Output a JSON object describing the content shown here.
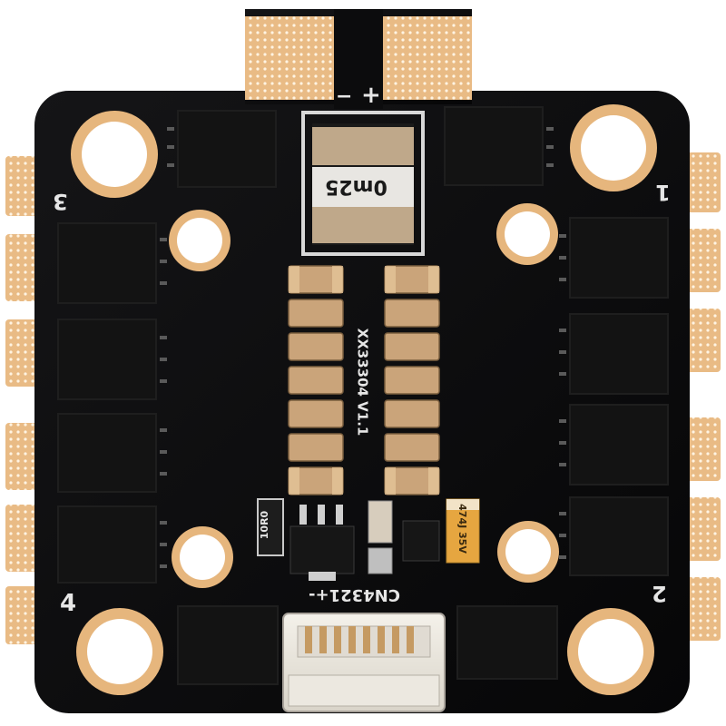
{
  "board": {
    "motor_labels": {
      "m1": "1",
      "m2": "2",
      "m3": "3",
      "m4": "4"
    },
    "battery_polarity": {
      "minus": "−",
      "plus": "+"
    },
    "shunt_marking": "0m25",
    "board_marking": "XX33304 V1.1",
    "connector_marking": "CN4321+-",
    "resistor_marking": "10R0",
    "capacitor_marking": "474J 35V",
    "colors": {
      "pcb": "#0b0b0c",
      "gold": "#e8b980",
      "gold_dark": "#c7955a",
      "silkscreen": "#e8e8e8",
      "mosfet": "#141414",
      "capacitor": "#c9a37a"
    },
    "icons": [
      "mounting-hole",
      "solder-pad",
      "mosfet-chip",
      "shunt-resistor",
      "ceramic-capacitor",
      "jst-connector"
    ]
  }
}
